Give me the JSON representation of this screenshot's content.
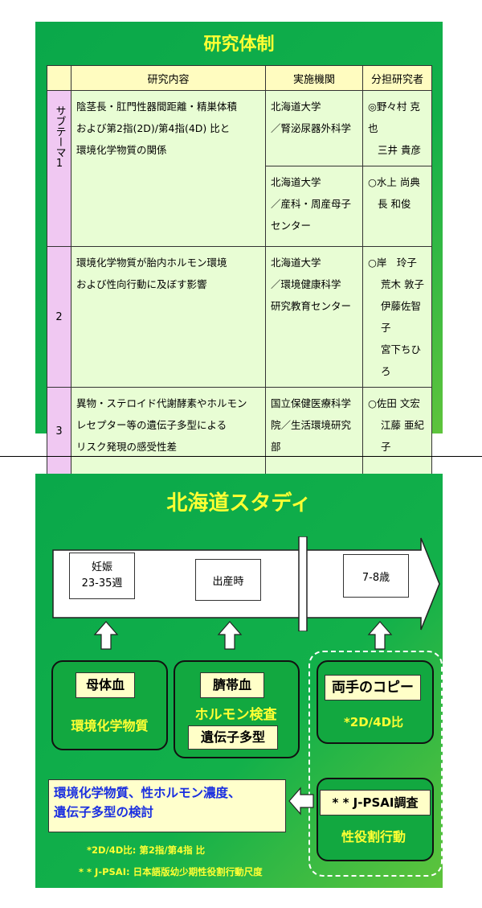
{
  "slide1": {
    "title": "研究体制",
    "headers": {
      "content": "研究内容",
      "institution": "実施機関",
      "researchers": "分担研究者"
    },
    "subtheme_label": "サブテーマ1",
    "rows": [
      {
        "num": "",
        "content": [
          "陰茎長・肛門性器間距離・精巣体積",
          "および第2指(2D)/第4指(4D) 比と",
          "環境化学物質の関係"
        ],
        "groups": [
          {
            "institution": [
              "北海道大学",
              "／腎泌尿器外科学"
            ],
            "researchers": [
              "◎野々村 克也",
              "三井 貴彦"
            ]
          },
          {
            "institution": [
              "北海道大学",
              "／産科・周産母子",
              "センター"
            ],
            "researchers": [
              "○水上 尚典",
              "長 和俊"
            ]
          }
        ]
      },
      {
        "num": "2",
        "content": [
          "環境化学物質が胎内ホルモン環境",
          "および性向行動に及ぼす影響"
        ],
        "groups": [
          {
            "institution": [
              "北海道大学",
              "／環境健康科学",
              "研究教育センター"
            ],
            "researchers": [
              "○岸　玲子",
              "荒木 敦子",
              "伊藤佐智子",
              "宮下ちひろ"
            ]
          }
        ]
      },
      {
        "num": "3",
        "content": [
          "異物・ステロイド代謝酵素やホルモン",
          "レセプター等の遺伝子多型による",
          "リスク発現の感受性差"
        ],
        "groups": [
          {
            "institution": [
              "国立保健医療科学",
              "院／生活環境研究",
              "部"
            ],
            "researchers": [
              "○佐田 文宏",
              "江藤 亜紀子"
            ]
          }
        ]
      }
    ]
  },
  "slide2": {
    "title": "北海道スタディ",
    "timeline": {
      "pregnancy": [
        "妊娠",
        "23-35週"
      ],
      "birth": "出産時",
      "age": "7-8歳"
    },
    "maternal": {
      "label": "母体血",
      "text": "環境化学物質"
    },
    "cord": {
      "label": "臍帯血",
      "text": "ホルモン検査",
      "sublabel": "遺伝子多型"
    },
    "hands": {
      "label": "両手のコピー",
      "text": "*2D/4D比"
    },
    "jpsai": {
      "label": "* *  J-PSAI調査",
      "text": "性役割行動"
    },
    "result": [
      "環境化学物質、性ホルモン濃度、",
      "遺伝子多型の検討"
    ],
    "footnotes": [
      "*2D/4D比: 第2指/第4指 比",
      "* * J-PSAI: 日本語版幼少期性役割行動尺度"
    ],
    "colors": {
      "background": "#0aa84a",
      "accent_yellow": "#ffff33",
      "blue_text": "#1a2fe0"
    }
  }
}
